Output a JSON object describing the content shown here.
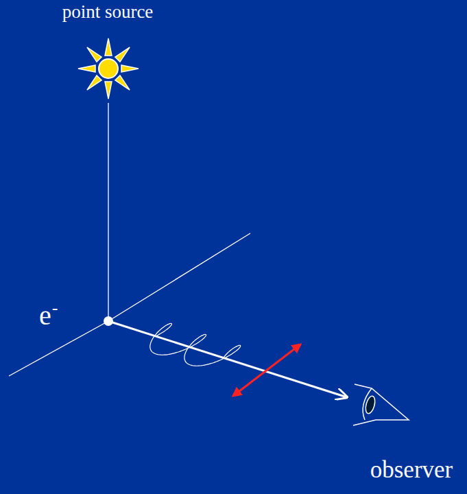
{
  "diagram": {
    "labels": [
      "point source",
      "e",
      "-",
      "observer"
    ]
  }
}
